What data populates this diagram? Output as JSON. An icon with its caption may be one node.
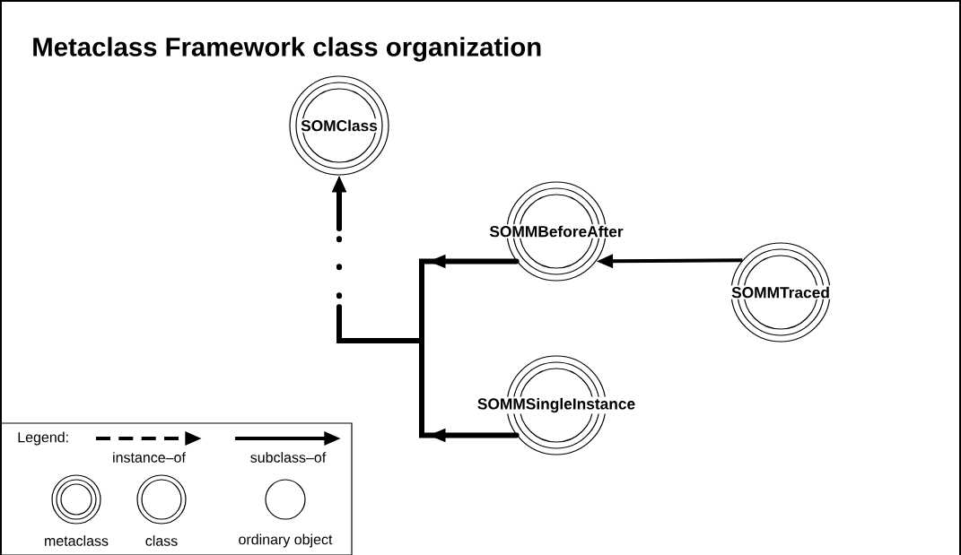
{
  "diagram": {
    "title": "Metaclass Framework class organization",
    "nodes": [
      {
        "text": [
          "SOMClass"
        ]
      },
      {
        "text": [
          "SOMMBeforeAfter"
        ]
      },
      {
        "text": [
          "SOMMTraced"
        ]
      },
      {
        "text": [
          "SOMMSingleInstance"
        ]
      }
    ],
    "edges": [
      {
        "from": 2,
        "to": 1,
        "arrow": "to"
      },
      {
        "from": 1,
        "to": 0,
        "arrow": "to",
        "style": "dashed"
      },
      {
        "from": 3,
        "to": 0,
        "arrow": "to",
        "style": "dashed"
      }
    ],
    "labels": [
      "Legend:"
    ],
    "legend": [
      {
        "text": "instance–of"
      },
      {
        "text": "subclass–of"
      },
      {
        "text": "metaclass"
      },
      {
        "text": "class"
      },
      {
        "text": "ordinary object"
      }
    ]
  }
}
